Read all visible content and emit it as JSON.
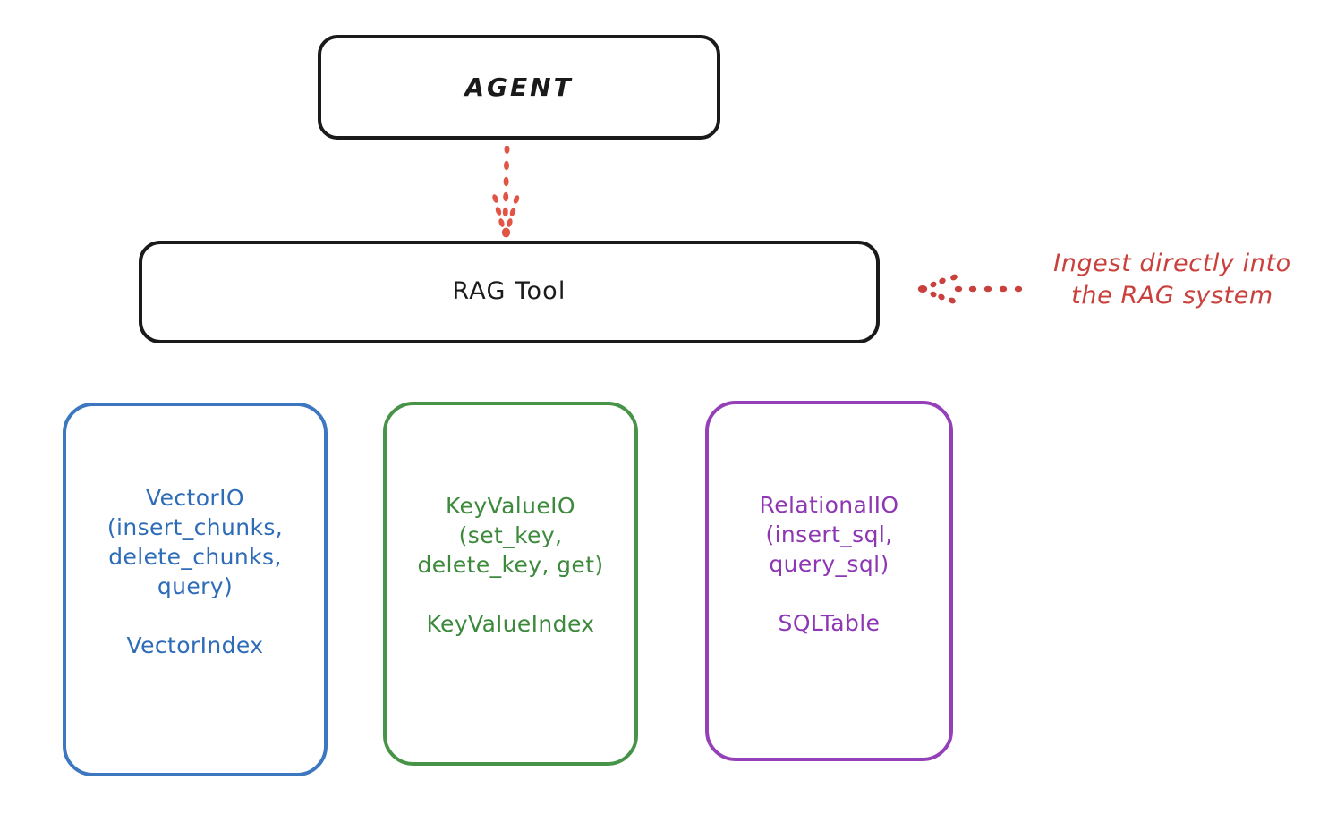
{
  "diagram": {
    "title": "RAG Tool architecture diagram",
    "background_color": "#ffffff",
    "nodes": {
      "agent": {
        "label": "AGENT",
        "color": "#1a1a1a"
      },
      "rag_tool": {
        "label": "RAG Tool",
        "color": "#1a1a1a"
      },
      "vector_io": {
        "label": "VectorIO\n(insert_chunks,\ndelete_chunks,\nquery)\n\nVectorIndex",
        "api_name": "VectorIO",
        "methods": [
          "insert_chunks",
          "delete_chunks",
          "query"
        ],
        "index_name": "VectorIndex",
        "color": "#3c77bf"
      },
      "key_value_io": {
        "label": "KeyValueIO\n(set_key,\ndelete_key, get)\n\nKeyValueIndex",
        "api_name": "KeyValueIO",
        "methods": [
          "set_key",
          "delete_key",
          "get"
        ],
        "index_name": "KeyValueIndex",
        "color": "#479347"
      },
      "relational_io": {
        "label": "RelationalIO\n(insert_sql,\nquery_sql)\n\nSQLTable",
        "api_name": "RelationalIO",
        "methods": [
          "insert_sql",
          "query_sql"
        ],
        "index_name": "SQLTable",
        "color": "#9440b8"
      }
    },
    "annotations": {
      "ingest": {
        "text": "Ingest directly into\nthe RAG system",
        "color": "#c9403c"
      }
    },
    "connectors": {
      "agent_to_rag_tool": {
        "style": "dotted",
        "direction": "down",
        "color": "#e05545"
      },
      "ingest_to_rag_tool": {
        "style": "dotted",
        "direction": "left",
        "color": "#c9403c"
      }
    }
  }
}
